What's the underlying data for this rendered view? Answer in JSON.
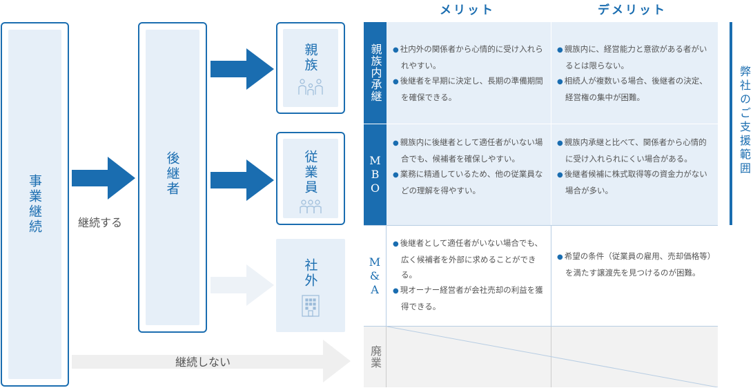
{
  "flow": {
    "source_label": "事業継続",
    "continue_label": "継続する",
    "successor_label": "後継者",
    "not_continue_label": "継続しない",
    "targets": [
      {
        "label": "親族",
        "icon": "family-icon"
      },
      {
        "label": "従業員",
        "icon": "employees-icon"
      },
      {
        "label": "社外",
        "icon": "building-icon"
      }
    ]
  },
  "table": {
    "col_merit": "メリット",
    "col_demerit": "デメリット",
    "rows": [
      {
        "label": "親族内承継",
        "merits": [
          "社内外の関係者から心情的に受け入れられやすい。",
          "後継者を早期に決定し、長期の準備期間を確保できる。"
        ],
        "demerits": [
          "親族内に、経営能力と意欲がある者がいるとは限らない。",
          "相続人が複数いる場合、後継者の決定、経営権の集中が困難。"
        ]
      },
      {
        "label": "MBO",
        "merits": [
          "親族内に後継者として適任者がいない場合でも、候補者を確保しやすい。",
          "業務に精通しているため、他の従業員などの理解を得やすい。"
        ],
        "demerits": [
          "親族内承継と比べて、関係者から心情的に受け入れられにくい場合がある。",
          "後継者候補に株式取得等の資金力がない場合が多い。"
        ]
      },
      {
        "label": "M&A",
        "merits": [
          "後継者として適任者がいない場合でも、広く候補者を外部に求めることができる。",
          "現オーナー経営者が会社売却の利益を獲得できる。"
        ],
        "demerits": [
          "希望の条件（従業員の雇用、売却価格等）を満たす譲渡先を見つけるのが困難。"
        ]
      },
      {
        "label": "廃業",
        "merits": [],
        "demerits": []
      }
    ]
  },
  "side_label": "弊社のご支援範囲",
  "colors": {
    "accent": "#1a6db0",
    "light": "#e6eff8",
    "faded": "#edf2f7",
    "gray": "#f2f2f2"
  }
}
